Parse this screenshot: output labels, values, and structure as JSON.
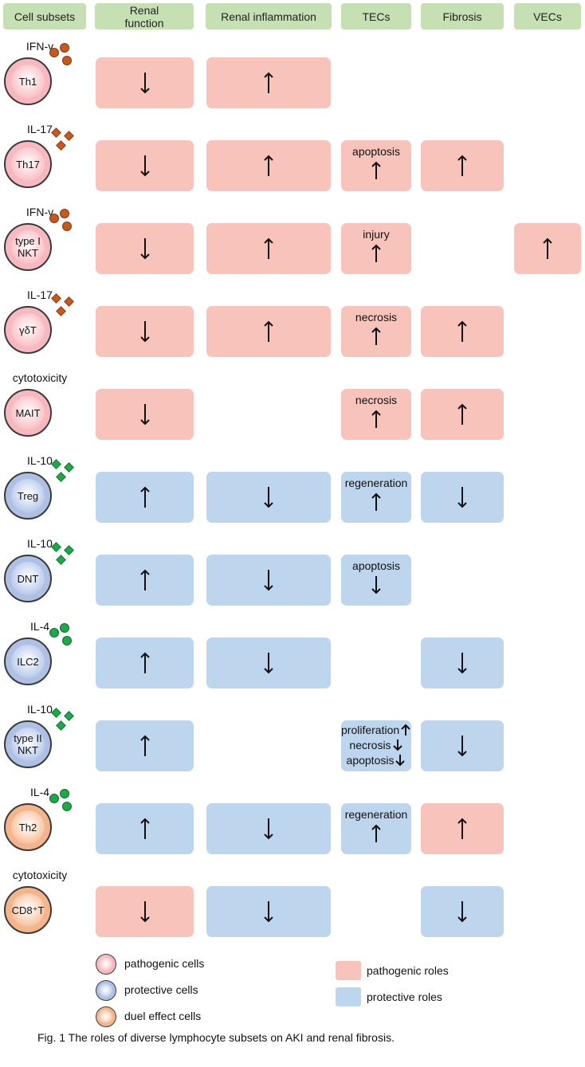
{
  "headers": [
    {
      "label": "Cell subsets"
    },
    {
      "label": "Renal\nfunction"
    },
    {
      "label": "Renal inflammation"
    },
    {
      "label": "TECs"
    },
    {
      "label": "Fibrosis"
    },
    {
      "label": "VECs"
    }
  ],
  "rows": [
    {
      "cytokine": "IFN-γ",
      "cell": "Th1",
      "cell_type": "pathogenic",
      "marker": "circle",
      "marker_color": "#c65a1e",
      "renal_function": {
        "role": "pathogenic",
        "direction": "down"
      },
      "renal_inflammation": {
        "role": "pathogenic",
        "direction": "up"
      },
      "tecs": null,
      "fibrosis": null,
      "vecs": null
    },
    {
      "cytokine": "IL-17",
      "cell": "Th17",
      "cell_type": "pathogenic",
      "marker": "diamond",
      "marker_color": "#c65a1e",
      "renal_function": {
        "role": "pathogenic",
        "direction": "down"
      },
      "renal_inflammation": {
        "role": "pathogenic",
        "direction": "up"
      },
      "tecs": {
        "role": "pathogenic",
        "label": "apoptosis",
        "direction": "up"
      },
      "fibrosis": {
        "role": "pathogenic",
        "direction": "up"
      },
      "vecs": null
    },
    {
      "cytokine": "IFN-γ",
      "cell": "type I\nNKT",
      "cell_type": "pathogenic",
      "marker": "circle",
      "marker_color": "#c65a1e",
      "renal_function": {
        "role": "pathogenic",
        "direction": "down"
      },
      "renal_inflammation": {
        "role": "pathogenic",
        "direction": "up"
      },
      "tecs": {
        "role": "pathogenic",
        "label": "injury",
        "direction": "up"
      },
      "fibrosis": null,
      "vecs": {
        "role": "pathogenic",
        "direction": "up"
      }
    },
    {
      "cytokine": "IL-17",
      "cell": "γδT",
      "cell_type": "pathogenic",
      "marker": "diamond",
      "marker_color": "#c65a1e",
      "renal_function": {
        "role": "pathogenic",
        "direction": "down"
      },
      "renal_inflammation": {
        "role": "pathogenic",
        "direction": "up"
      },
      "tecs": {
        "role": "pathogenic",
        "label": "necrosis",
        "direction": "up"
      },
      "fibrosis": {
        "role": "pathogenic",
        "direction": "up"
      },
      "vecs": null
    },
    {
      "cytokine": "cytotoxicity",
      "cell": "MAIT",
      "cell_type": "pathogenic",
      "marker": "none",
      "marker_color": "",
      "renal_function": {
        "role": "pathogenic",
        "direction": "down"
      },
      "renal_inflammation": null,
      "tecs": {
        "role": "pathogenic",
        "label": "necrosis",
        "direction": "up"
      },
      "fibrosis": {
        "role": "pathogenic",
        "direction": "up"
      },
      "vecs": null
    },
    {
      "cytokine": "IL-10",
      "cell": "Treg",
      "cell_type": "protective",
      "marker": "diamond",
      "marker_color": "#1fa84a",
      "renal_function": {
        "role": "protective",
        "direction": "up"
      },
      "renal_inflammation": {
        "role": "protective",
        "direction": "down"
      },
      "tecs": {
        "role": "protective",
        "label": "regeneration",
        "direction": "up"
      },
      "fibrosis": {
        "role": "protective",
        "direction": "down"
      },
      "vecs": null
    },
    {
      "cytokine": "IL-10",
      "cell": "DNT",
      "cell_type": "protective",
      "marker": "diamond",
      "marker_color": "#1fa84a",
      "renal_function": {
        "role": "protective",
        "direction": "up"
      },
      "renal_inflammation": {
        "role": "protective",
        "direction": "down"
      },
      "tecs": {
        "role": "protective",
        "label": "apoptosis",
        "direction": "down"
      },
      "fibrosis": null,
      "vecs": null
    },
    {
      "cytokine": "IL-4",
      "cell": "ILC2",
      "cell_type": "protective",
      "marker": "circle",
      "marker_color": "#1fa84a",
      "renal_function": {
        "role": "protective",
        "direction": "up"
      },
      "renal_inflammation": {
        "role": "protective",
        "direction": "down"
      },
      "tecs": null,
      "fibrosis": {
        "role": "protective",
        "direction": "down"
      },
      "vecs": null
    },
    {
      "cytokine": "IL-10",
      "cell": "type II\nNKT",
      "cell_type": "protective",
      "marker": "diamond",
      "marker_color": "#1fa84a",
      "renal_function": {
        "role": "protective",
        "direction": "up"
      },
      "renal_inflammation": null,
      "tecs": {
        "role": "protective",
        "multi": [
          {
            "label": "proliferation",
            "direction": "up"
          },
          {
            "label": "necrosis",
            "direction": "down"
          },
          {
            "label": "apoptosis",
            "direction": "down"
          }
        ]
      },
      "fibrosis": {
        "role": "protective",
        "direction": "down"
      },
      "vecs": null
    },
    {
      "cytokine": "IL-4",
      "cell": "Th2",
      "cell_type": "dual",
      "marker": "circle",
      "marker_color": "#1fa84a",
      "renal_function": {
        "role": "protective",
        "direction": "up"
      },
      "renal_inflammation": {
        "role": "protective",
        "direction": "down"
      },
      "tecs": {
        "role": "protective",
        "label": "regeneration",
        "direction": "up"
      },
      "fibrosis": {
        "role": "pathogenic",
        "direction": "up"
      },
      "vecs": null
    },
    {
      "cytokine": "cytotoxicity",
      "cell": "CD8⁺T",
      "cell_type": "dual",
      "marker": "none",
      "marker_color": "",
      "renal_function": {
        "role": "pathogenic",
        "direction": "down"
      },
      "renal_inflammation": {
        "role": "protective",
        "direction": "down"
      },
      "tecs": null,
      "fibrosis": {
        "role": "protective",
        "direction": "down"
      },
      "vecs": null
    }
  ],
  "legend": {
    "cells": [
      {
        "type": "pathogenic",
        "label": "pathogenic cells"
      },
      {
        "type": "protective",
        "label": "protective cells"
      },
      {
        "type": "dual",
        "label": "duel effect cells"
      }
    ],
    "roles": [
      {
        "role": "pathogenic",
        "label": "pathogenic roles",
        "color": "#f8c3bb"
      },
      {
        "role": "protective",
        "label": "protective roles",
        "color": "#bdd6ee"
      }
    ]
  },
  "caption": "Fig. 1 The roles of diverse lymphocyte subsets on AKI and renal fibrosis.",
  "colors": {
    "header_bg": "#c6e0b4",
    "pathogenic_box": "#f8c3bb",
    "protective_box": "#bdd6ee",
    "pathogenic_cell": "#f7b8bf",
    "protective_cell": "#aec0e4",
    "dual_cell": "#f4b48c"
  }
}
